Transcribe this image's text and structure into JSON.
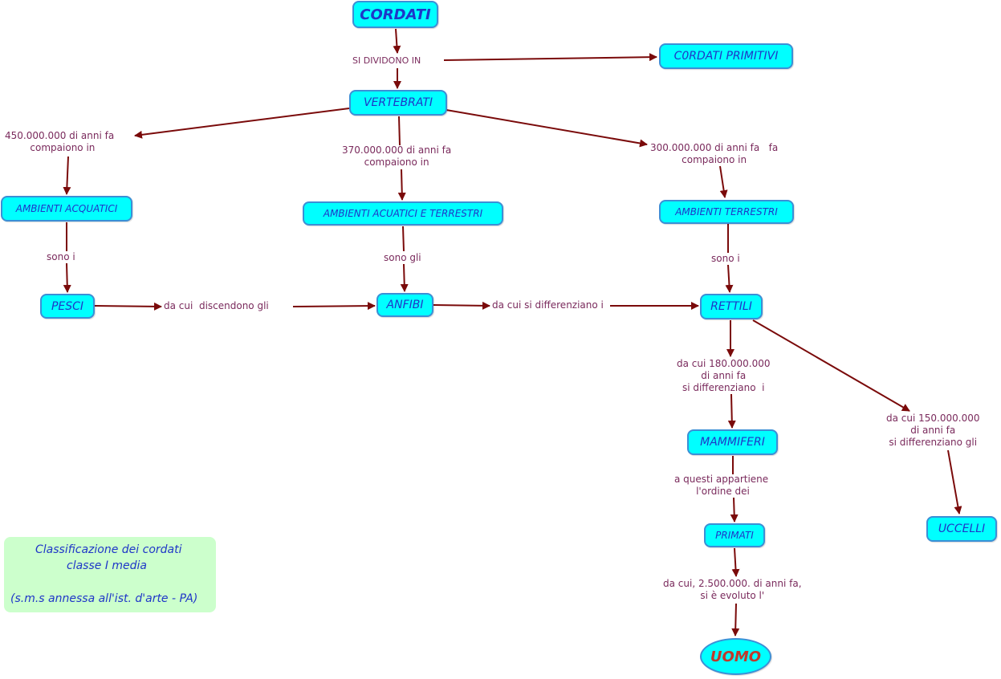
{
  "nodes": {
    "cordati": "CORDATI",
    "cordati_primitivi": "C0RDATI PRIMITIVI",
    "vertebrati": "VERTEBRATI",
    "ambienti_acquatici": "AMBIENTI ACQUATICI",
    "ambienti_acuatici_terrestri": "AMBIENTI ACUATICI E TERRESTRI",
    "ambienti_terrestri": "AMBIENTI TERRESTRI",
    "pesci": "PESCI",
    "anfibi": "ANFIBI",
    "rettili": "RETTILI",
    "mammiferi": "MAMMIFERI",
    "uccelli": "UCCELLI",
    "primati": "PRIMATI",
    "uomo": "UOMO"
  },
  "links": {
    "si_dividono_in": "SI DIVIDONO IN",
    "acquatici_time": "450.000.000 di anni fa\n  compaiono in",
    "acuatici_terrestri_time": "370.000.000 di anni fa\ncompaiono in",
    "terrestri_time": "300.000.000 di anni fa   fa\ncompaiono in",
    "sono_i_pesci": "sono i",
    "sono_gli_anfibi": "sono gli",
    "sono_i_rettili": "sono i",
    "pesci_anfibi": "da cui  discendono gli",
    "anfibi_rettili": "da cui si differenziano i",
    "rettili_mammiferi": "da cui 180.000.000\ndi anni fa\nsi differenziano  i",
    "rettili_uccelli": "da cui 150.000.000\ndi anni fa\nsi differenziano gli",
    "mammiferi_primati": "a questi appartiene\n l'ordine dei",
    "primati_uomo": "da cui, 2.500.000. di anni fa,\nsi è evoluto l'"
  },
  "note": {
    "line1": "Classificazione dei cordati",
    "line2": "classe  I media",
    "line3": "(s.m.s annessa all'ist. d'arte - PA)"
  },
  "colors": {
    "node_fill": "#00ffff",
    "node_border": "#3b8fd6",
    "node_text": "#1f36c8",
    "uomo_text": "#c0392b",
    "link_text": "#7a2a5c",
    "arrow": "#7a0a0a",
    "note_fill": "#ccffcc"
  }
}
